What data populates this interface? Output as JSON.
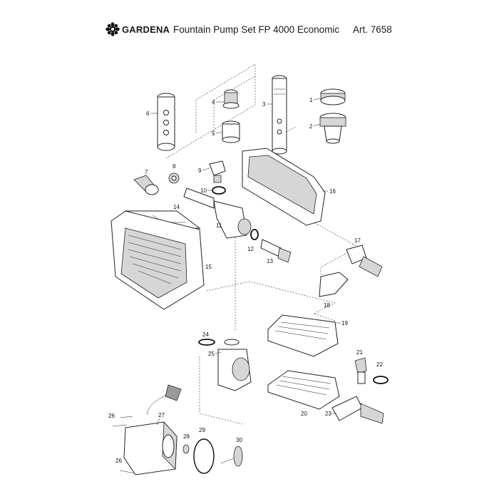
{
  "header": {
    "brand": "GARDENA",
    "title": "Fountain Pump Set FP 4000 Economic",
    "article": "Art. 7658"
  },
  "parts": [
    {
      "id": "1",
      "label": "1"
    },
    {
      "id": "2",
      "label": "2"
    },
    {
      "id": "3",
      "label": "3"
    },
    {
      "id": "4",
      "label": "4"
    },
    {
      "id": "5",
      "label": "5"
    },
    {
      "id": "6",
      "label": "6"
    },
    {
      "id": "7",
      "label": "7"
    },
    {
      "id": "8",
      "label": "8"
    },
    {
      "id": "9",
      "label": "9"
    },
    {
      "id": "10",
      "label": "10"
    },
    {
      "id": "11",
      "label": "11"
    },
    {
      "id": "12",
      "label": "12"
    },
    {
      "id": "13",
      "label": "13"
    },
    {
      "id": "14",
      "label": "14"
    },
    {
      "id": "15",
      "label": "15"
    },
    {
      "id": "16",
      "label": "16"
    },
    {
      "id": "17",
      "label": "17"
    },
    {
      "id": "18",
      "label": "18"
    },
    {
      "id": "19",
      "label": "19"
    },
    {
      "id": "20",
      "label": "20"
    },
    {
      "id": "21",
      "label": "21"
    },
    {
      "id": "22",
      "label": "22"
    },
    {
      "id": "23",
      "label": "23"
    },
    {
      "id": "24",
      "label": "24"
    },
    {
      "id": "25",
      "label": "25"
    },
    {
      "id": "26a",
      "label": "26"
    },
    {
      "id": "26b",
      "label": "26"
    },
    {
      "id": "27",
      "label": "27"
    },
    {
      "id": "28",
      "label": "28"
    },
    {
      "id": "29",
      "label": "29"
    },
    {
      "id": "30",
      "label": "30"
    }
  ]
}
